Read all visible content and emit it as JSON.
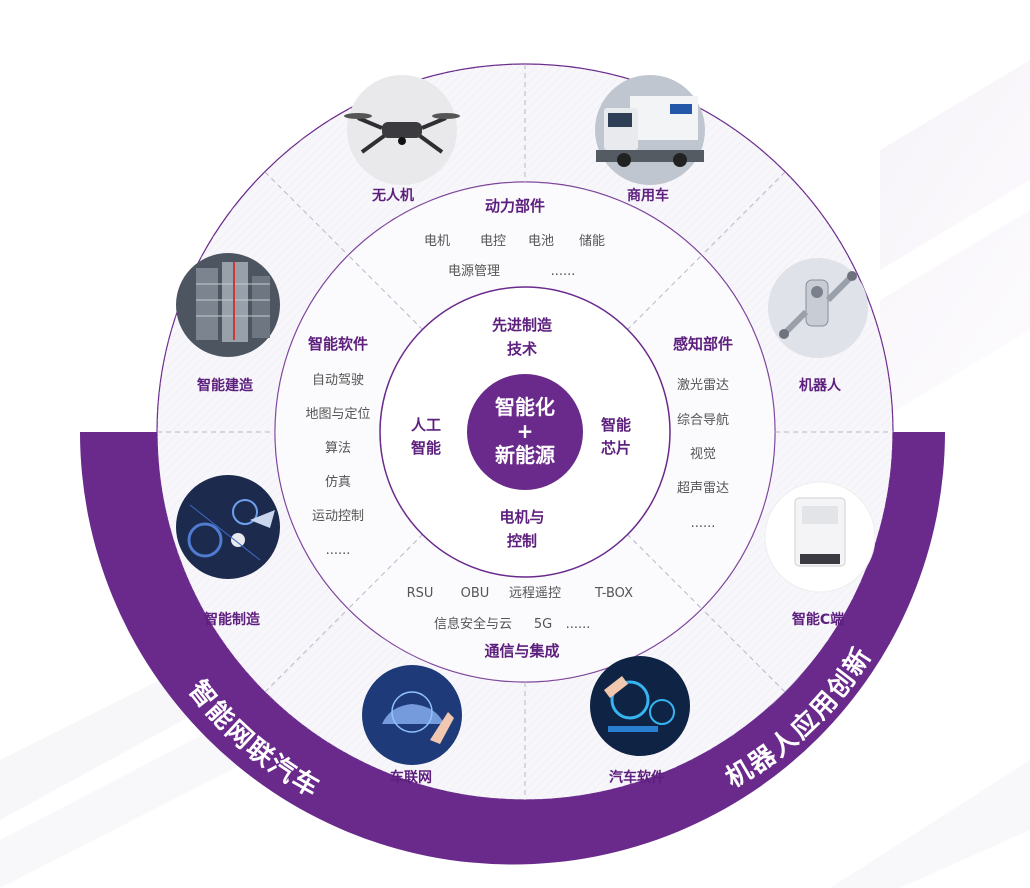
{
  "center": {
    "line1": "智能化",
    "plus": "+",
    "line2": "新能源"
  },
  "inner_ring": {
    "top": [
      "先进制造",
      "技术"
    ],
    "left": [
      "人工",
      "智能"
    ],
    "right": [
      "智能",
      "芯片"
    ],
    "bottom": [
      "电机与",
      "控制"
    ]
  },
  "middle_ring": {
    "power": {
      "title": "动力部件",
      "items": [
        "电机",
        "电控",
        "电池",
        "储能",
        "电源管理",
        "......"
      ]
    },
    "software": {
      "title": "智能软件",
      "items": [
        "自动驾驶",
        "地图与定位",
        "算法",
        "仿真",
        "运动控制",
        "......"
      ]
    },
    "sensing": {
      "title": "感知部件",
      "items": [
        "激光雷达",
        "综合导航",
        "视觉",
        "超声雷达",
        "......"
      ]
    },
    "comms": {
      "title": "通信与集成",
      "items": [
        "RSU",
        "OBU",
        "远程遥控",
        "T-BOX",
        "信息安全与云",
        "5G",
        "......"
      ]
    }
  },
  "outer_ring": {
    "drone": "无人机",
    "truck": "商用车",
    "robot": "机器人",
    "construction": "智能建造",
    "manufacturing": "智能制造",
    "consumer": "智能C端",
    "iov": "车联网",
    "auto_software": "汽车软件"
  },
  "bands": {
    "left": "智能网联汽车",
    "right": "机器人应用创新"
  },
  "colors": {
    "purple": "#6a2a8c",
    "dark_purple": "#5d1f7e",
    "ring_fill": "#f7f6fa",
    "line": "#c9b8d6"
  },
  "icons": {
    "drone": "drone-photo-icon",
    "truck": "truck-photo-icon",
    "robot": "robot-arm-photo-icon",
    "construction": "building-photo-icon",
    "manufacturing": "smart-factory-photo-icon",
    "consumer": "robot-vacuum-photo-icon",
    "iov": "car-network-photo-icon",
    "auto_software": "car-dashboard-photo-icon"
  }
}
